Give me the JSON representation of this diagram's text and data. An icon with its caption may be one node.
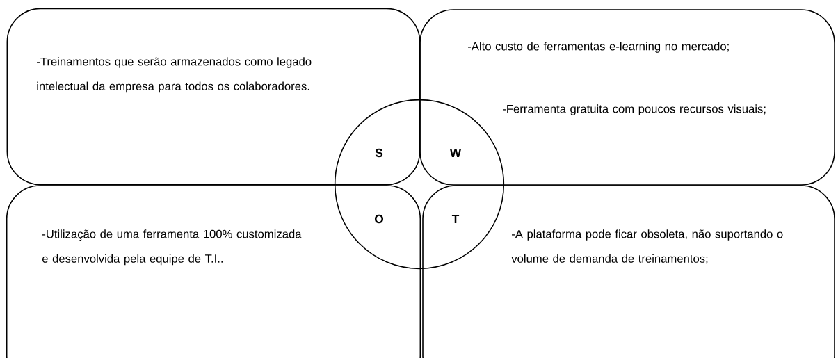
{
  "diagram": {
    "nodes": [
      {
        "text": [
          "-Treinamentos que serão armazenados como legado intelectual da empresa para todos os colaboradores."
        ]
      },
      {
        "text": [
          "-Alto custo de ferramentas e-learning no mercado;",
          "-Ferramenta gratuita com poucos recursos visuais;"
        ]
      },
      {
        "text": [
          "-Utilização de uma ferramenta 100% customizada e desenvolvida pela equipe de T.I.."
        ]
      },
      {
        "text": [
          "-A plataforma pode ficar obsoleta, não suportando o volume de demanda de treinamentos;"
        ]
      },
      {
        "text": [
          "S",
          "W",
          "O",
          "T"
        ]
      }
    ]
  }
}
